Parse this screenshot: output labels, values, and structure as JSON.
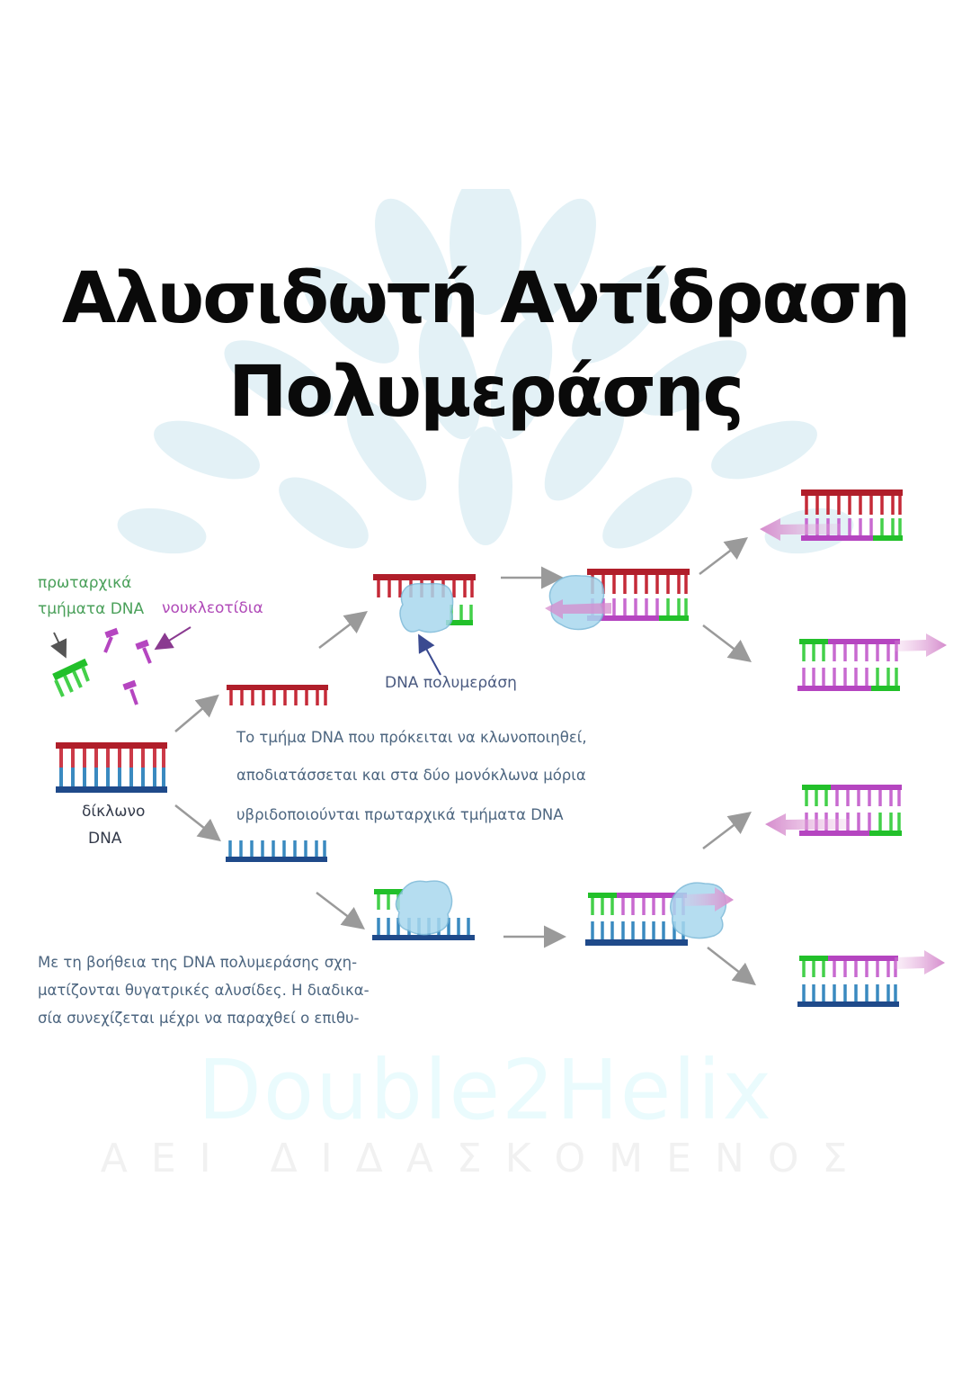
{
  "title": {
    "line1": "Αλυσιδωτή Αντίδραση",
    "line2": "Πολυμεράσης"
  },
  "labels": {
    "primers_line1": "πρωταρχικά",
    "primers_line2": "τμήματα DNA",
    "nucleotides": "νουκλεοτίδια",
    "double_strand_line1": "δίκλωνο",
    "double_strand_line2": "DNA",
    "polymerase": "DNA πολυμεράση"
  },
  "paragraphs": {
    "denaturation": [
      "Το τμήμα DNA που πρόκειται να κλωνοποιηθεί,",
      "αποδιατάσσεται και στα δύο μονόκλωνα μόρια",
      "υβριδοποιούνται πρωταρχικά τμήματα DNA"
    ],
    "extension": [
      "Με τη βοήθεια της DNA πολυμεράσης σχη-",
      "ματίζονται θυγατρικές αλυσίδες. Η διαδικα-",
      "σία συνεχίζεται μέχρι να παραχθεί ο επιθυ-"
    ]
  },
  "watermark": {
    "brand": "Double2Helix",
    "motto": "ΑΕΙ ΔΙΔΑΣΚΟΜΕΝΟΣ"
  },
  "colors": {
    "template_top_strand": "#b01e2a",
    "template_bottom_strand": "#1f4a8a",
    "primer": "#22c02a",
    "new_strand": "#b545c0",
    "polymerase": "#a8d8ee",
    "arrow_gray": "#9a9a9a",
    "leaf_bg": "#dceff5"
  }
}
